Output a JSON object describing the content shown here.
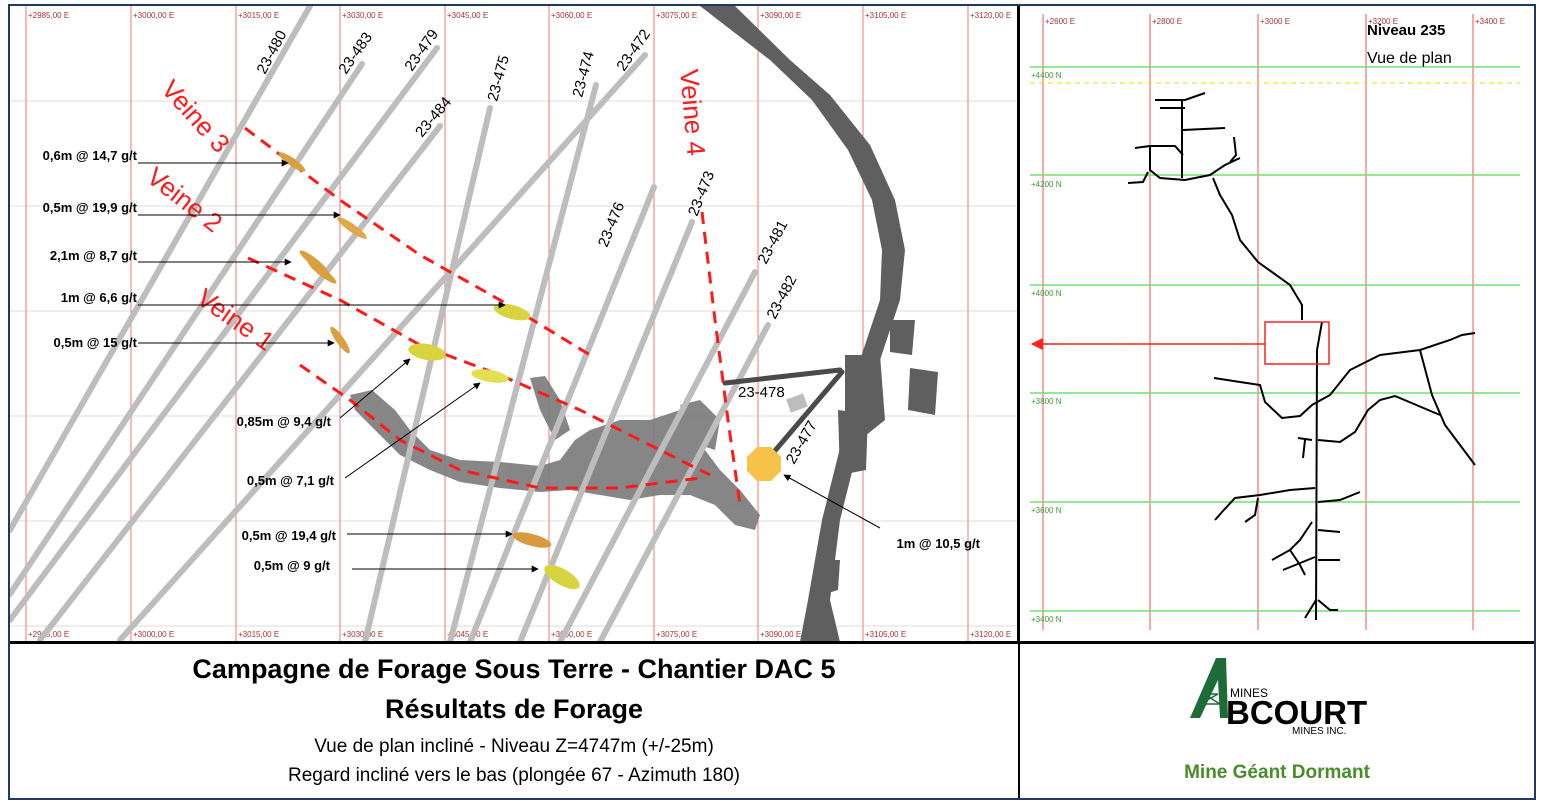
{
  "main_map": {
    "easting_ticks": [
      "+2985,00 E",
      "+3000,00 E",
      "+3015,00 E",
      "+3030,00 E",
      "+3045,00 E",
      "+3060,00 E",
      "+3075,00 E",
      "+3090,00 E",
      "+3105,00 E",
      "+3120,00 E"
    ],
    "veins": [
      {
        "label": "Veine 3"
      },
      {
        "label": "Veine 2"
      },
      {
        "label": "Veine 1"
      },
      {
        "label": "Veine 4"
      }
    ],
    "drillholes": [
      "23-480",
      "23-483",
      "23-479",
      "23-484",
      "23-475",
      "23-474",
      "23-472",
      "23-476",
      "23-473",
      "23-481",
      "23-482",
      "23-478",
      "23-477"
    ],
    "intercepts": [
      {
        "label": "0,6m @ 14,7 g/t"
      },
      {
        "label": "0,5m @ 19,9 g/t"
      },
      {
        "label": "2,1m @ 8,7 g/t"
      },
      {
        "label": "1m @ 6,6 g/t"
      },
      {
        "label": "0,5m @ 15 g/t"
      },
      {
        "label": "0,85m @ 9,4 g/t"
      },
      {
        "label": "0,5m @ 7,1 g/t"
      },
      {
        "label": "0,5m @ 19,4 g/t"
      },
      {
        "label": "0,5m @ 9 g/t"
      },
      {
        "label": "1m @ 10,5 g/t"
      }
    ]
  },
  "plan_map": {
    "title": "Niveau 235",
    "subtitle": "Vue de plan",
    "easting_ticks": [
      "+2600 E",
      "+2800 E",
      "+3000 E",
      "+3200 E",
      "+3400 E"
    ],
    "northing_ticks": [
      "+4400 N",
      "+4200 N",
      "+4000 N",
      "+3800 N",
      "+3600 N",
      "+3400 N"
    ]
  },
  "title_block": {
    "title": "Campagne de Forage Sous Terre - Chantier DAC 5",
    "subtitle": "Résultats de Forage",
    "view_line": "Vue de plan incliné  -   Niveau Z=4747m (+/-25m)",
    "look_line": "Regard incliné vers le bas (plongée 67 - Azimuth 180)"
  },
  "logo_block": {
    "logo_mines": "MINES",
    "logo_name": "BCOURT",
    "logo_inc": "MINES INC.",
    "mine_name": "Mine Géant Dormant"
  },
  "colors": {
    "grid_red": "#f08080",
    "grid_green": "#66e066",
    "vein_red": "#ff0000",
    "drift_gray": "#606060",
    "frame_blue": "#1f3864",
    "mine_green": "#4a8c2a",
    "logo_green": "#1e6b3a"
  }
}
